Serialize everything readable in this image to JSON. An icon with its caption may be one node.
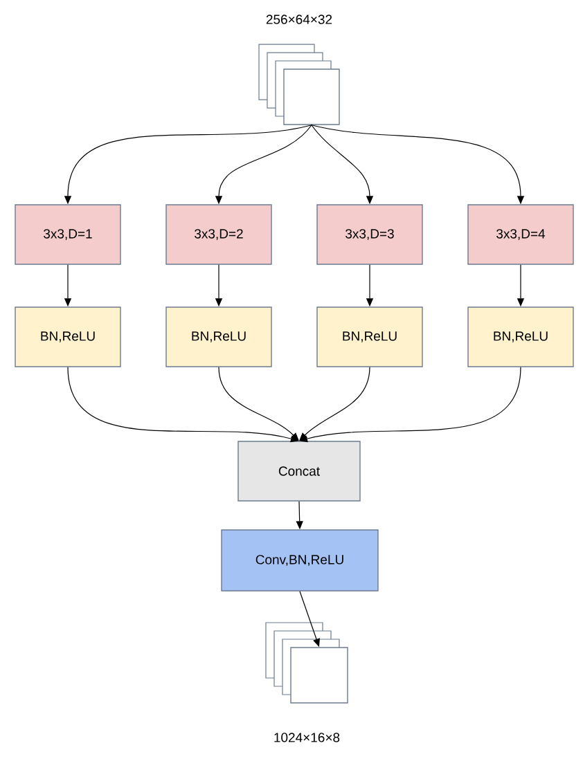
{
  "diagram": {
    "nodes": [
      {
        "text": [],
        "shape": "box",
        "beside": [
          "256×64×32"
        ]
      },
      {
        "text": [
          "3x3,D=1"
        ]
      },
      {
        "text": [
          "3x3,D=2"
        ]
      },
      {
        "text": [
          "3x3,D=3"
        ]
      },
      {
        "text": [
          "3x3,D=4"
        ]
      },
      {
        "text": [
          "BN,ReLU"
        ]
      },
      {
        "text": [
          "BN,ReLU"
        ]
      },
      {
        "text": [
          "BN,ReLU"
        ]
      },
      {
        "text": [
          "BN,ReLU"
        ]
      },
      {
        "text": [
          "Concat"
        ]
      },
      {
        "text": [
          "Conv,BN,ReLU"
        ]
      },
      {
        "text": [],
        "shape": "box",
        "beside": [
          "1024×16×8"
        ]
      }
    ],
    "edges": [
      {
        "from": 0,
        "to": 1,
        "arrow": "to"
      },
      {
        "from": 0,
        "to": 2,
        "arrow": "to"
      },
      {
        "from": 0,
        "to": 3,
        "arrow": "to"
      },
      {
        "from": 0,
        "to": 4,
        "arrow": "to"
      },
      {
        "from": 1,
        "to": 5,
        "arrow": "to"
      },
      {
        "from": 2,
        "to": 6,
        "arrow": "to"
      },
      {
        "from": 3,
        "to": 7,
        "arrow": "to"
      },
      {
        "from": 4,
        "to": 8,
        "arrow": "to"
      },
      {
        "from": 5,
        "to": 9,
        "arrow": "to"
      },
      {
        "from": 6,
        "to": 9,
        "arrow": "to"
      },
      {
        "from": 7,
        "to": 9,
        "arrow": "to"
      },
      {
        "from": 8,
        "to": 9,
        "arrow": "to"
      },
      {
        "from": 9,
        "to": 10,
        "arrow": "to"
      },
      {
        "from": 10,
        "to": 11,
        "arrow": "to"
      }
    ]
  }
}
